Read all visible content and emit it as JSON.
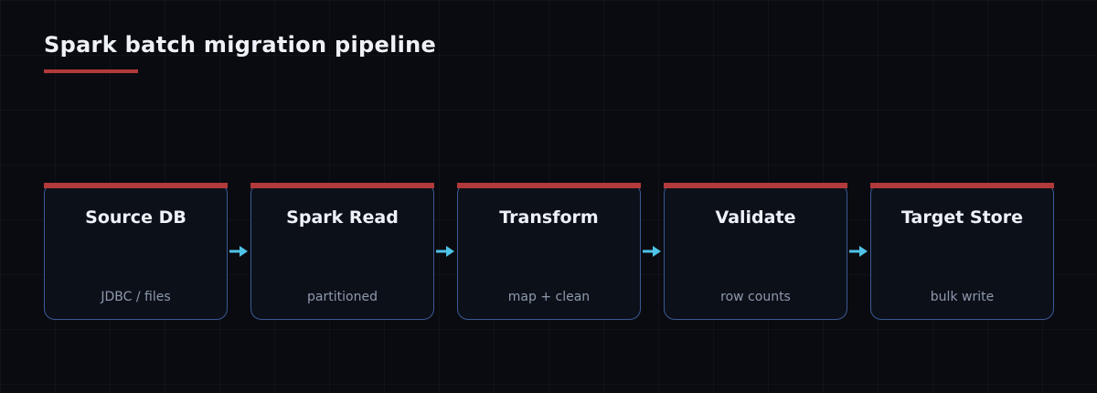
{
  "diagram": {
    "title": "Spark batch migration pipeline",
    "stages": [
      {
        "title": "Source DB",
        "subtitle": "JDBC / files"
      },
      {
        "title": "Spark Read",
        "subtitle": "partitioned"
      },
      {
        "title": "Transform",
        "subtitle": "map + clean"
      },
      {
        "title": "Validate",
        "subtitle": "row counts"
      },
      {
        "title": "Target Store",
        "subtitle": "bulk write"
      }
    ],
    "connectors": [
      {
        "from": "Source DB",
        "to": "Spark Read"
      },
      {
        "from": "Spark Read",
        "to": "Transform"
      },
      {
        "from": "Transform",
        "to": "Validate"
      },
      {
        "from": "Validate",
        "to": "Target Store"
      }
    ],
    "colors": {
      "background": "#0a0b10",
      "accent": "#b23a3a",
      "box_border": "#3a5a96",
      "box_fill": "#0c1019",
      "arrow": "#4fc3e8",
      "title_text": "#eef1f7",
      "subtitle_text": "#8e99ad"
    }
  }
}
